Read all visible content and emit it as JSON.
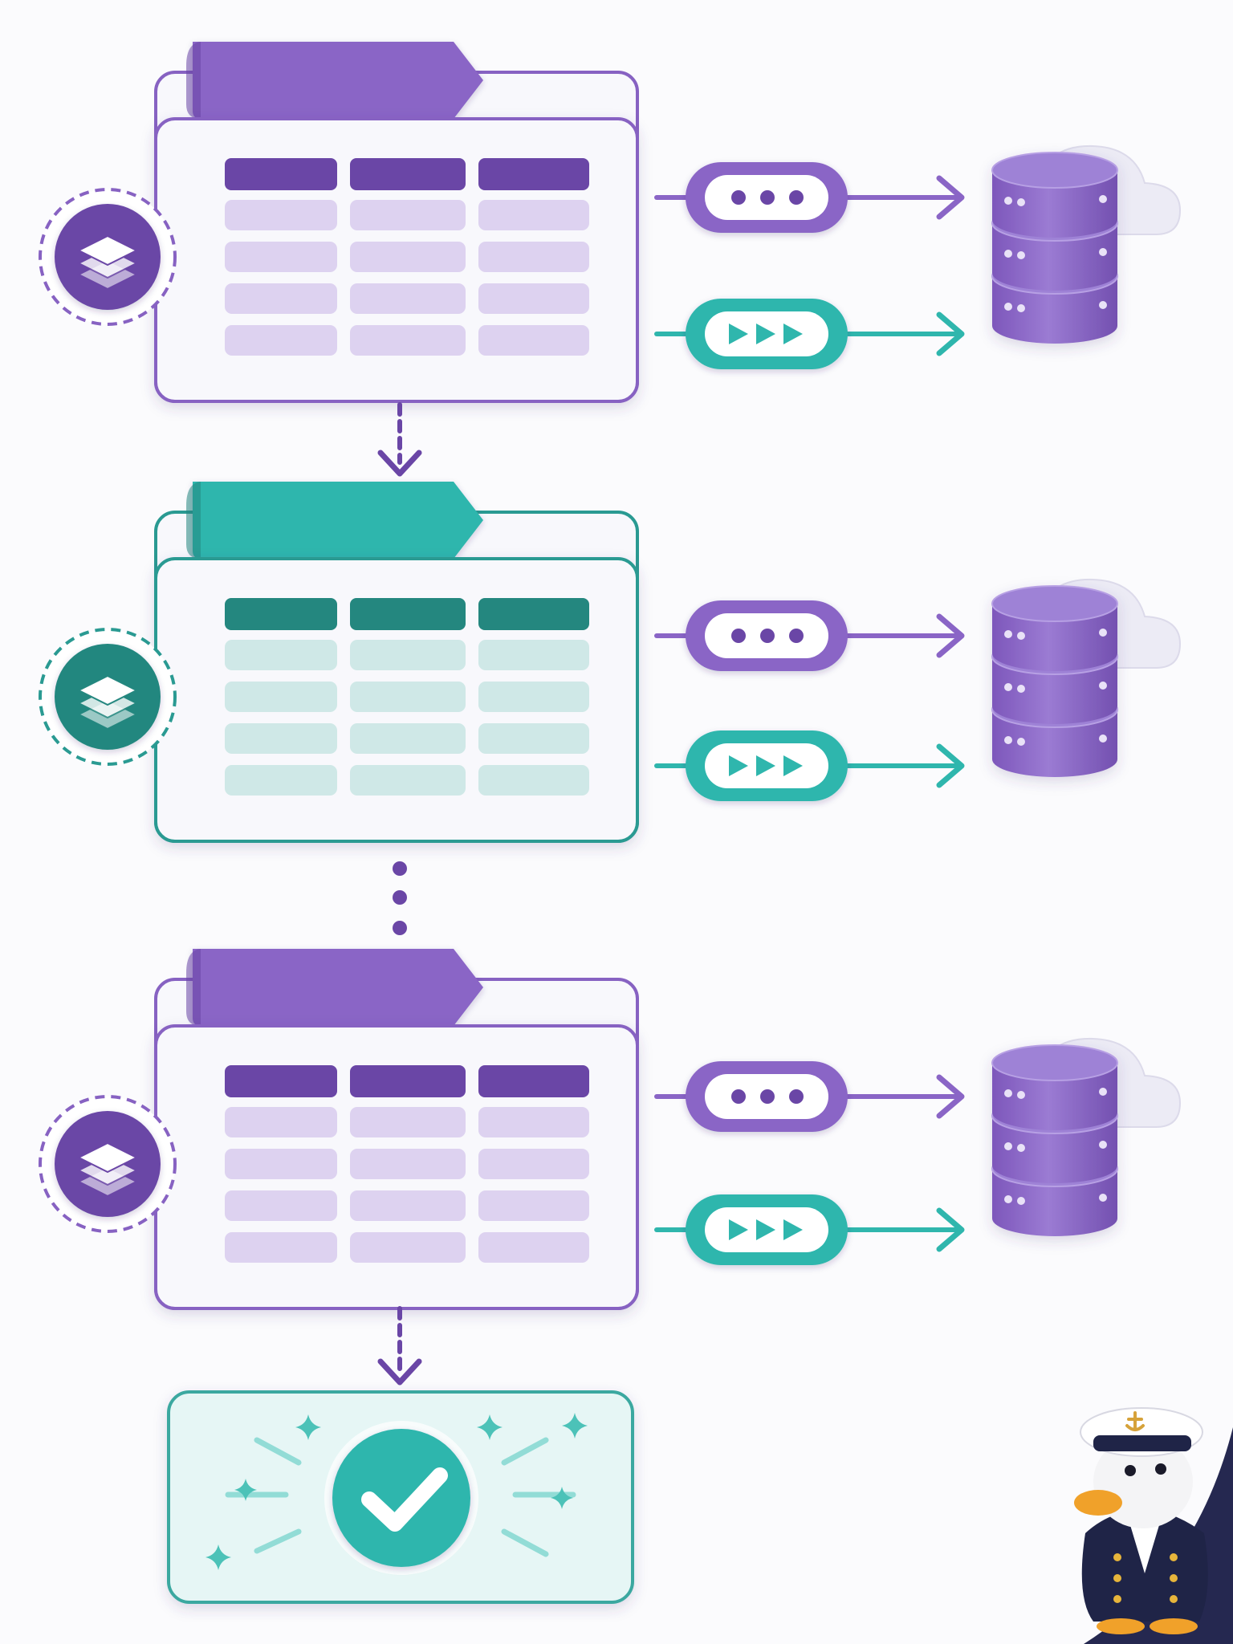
{
  "colors": {
    "purple": "#8a65c6",
    "purple_dark": "#6a46a6",
    "purple_border": "#8762c2",
    "purple_row": "#ddd2f0",
    "teal": "#2fb6ad",
    "teal_dark": "#24877f",
    "teal_border": "#2a9a92",
    "teal_row": "#cfe8e7",
    "card_fill": "#f8f8fc",
    "success_fill": "#e6f6f5",
    "success_border": "#3aa8a0",
    "cloud": "#ecebf5",
    "background": "#fbfbfd",
    "captain_navy": "#252850"
  },
  "stages": [
    {
      "theme": "purple",
      "icon": "layers-icon",
      "columns": 3,
      "rows": 4
    },
    {
      "theme": "teal",
      "icon": "layers-icon",
      "columns": 3,
      "rows": 4
    },
    {
      "theme": "purple",
      "icon": "layers-icon",
      "columns": 3,
      "rows": 4
    }
  ],
  "connectors": [
    {
      "kind": "dashed-arrow",
      "icon": "arrow-down-icon"
    },
    {
      "kind": "ellipsis-vertical",
      "icon": "vertical-ellipsis-icon"
    },
    {
      "kind": "dashed-arrow",
      "icon": "arrow-down-icon"
    }
  ],
  "outputs": [
    {
      "pill_icon": "dots-icon",
      "theme": "purple",
      "target_icon": "database-icon"
    },
    {
      "pill_icon": "play-triple-icon",
      "theme": "teal",
      "target_icon": "database-icon"
    }
  ],
  "destination": {
    "icon": "database-icon",
    "backdrop_icon": "cloud-icon",
    "tiers": 3
  },
  "result": {
    "icon": "checkmark-icon",
    "decoration_icon": "sparkle-icon"
  },
  "mascot": {
    "icon": "captain-duck-icon"
  }
}
